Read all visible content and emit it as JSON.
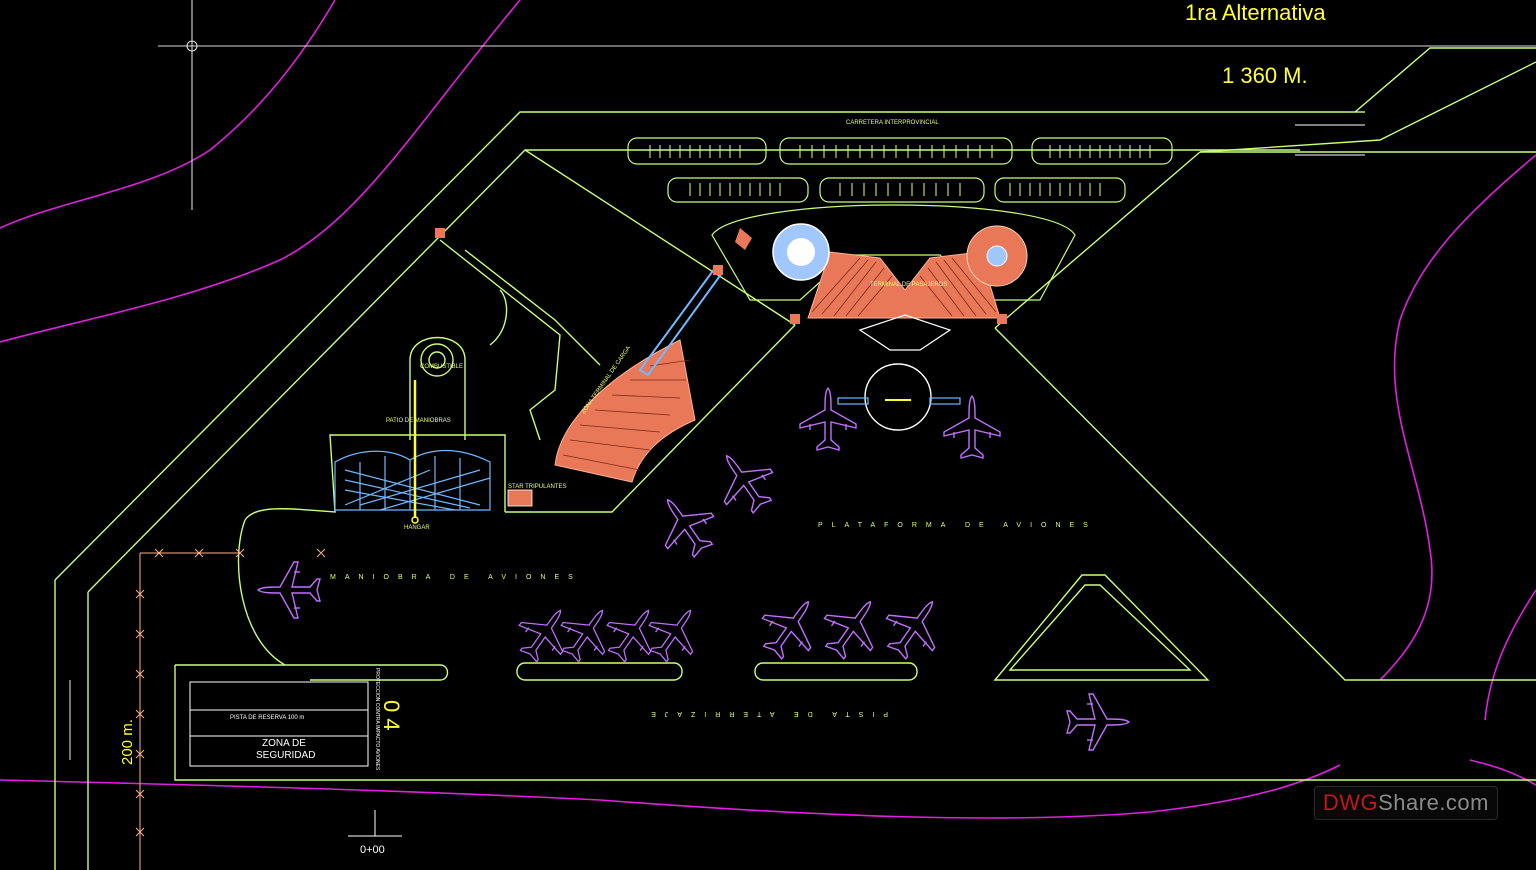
{
  "drawing": {
    "title": "1ra  Alternativa",
    "length": "1 360 M.",
    "width": "200 m.",
    "station": "0+00",
    "runway_number": "0 4"
  },
  "labels": {
    "highway": "CARRETERA INTERPROVINCIAL",
    "passenger_terminal": "TERMINAL DE PASAJEROS",
    "cargo_terminal": "ZONA TERMINAL DE CARGA",
    "fuel": "COMBUSTIBLE",
    "maneuver_yard": "PATIO DE MANIOBRAS",
    "hangar": "HANGAR",
    "crew": "STAR TRIPULANTES",
    "apron": "PLATAFORMA DE AVIONES",
    "taxi": "MANIOBRA DE AVIONES",
    "runway": "PISTA DE ATERRIZAJE",
    "reserve_strip": "PISTA DE RESERVA 100 m",
    "safety_zone_line1": "ZONA DE",
    "safety_zone_line2": "SEGURIDAD",
    "vertical_note": "PROTECCION CONTRA IMPACTO AVIONES"
  },
  "watermark": {
    "part1": "DWG",
    "part2": "Share.com"
  },
  "colors": {
    "background": "#000000",
    "outline": "#c8ff78",
    "text_yellow": "#ffff33",
    "terrain_magenta": "#e020e0",
    "aircraft": "#c070ff",
    "terminal_fill": "#e87858",
    "hangar_blue": "#70b8ff"
  }
}
